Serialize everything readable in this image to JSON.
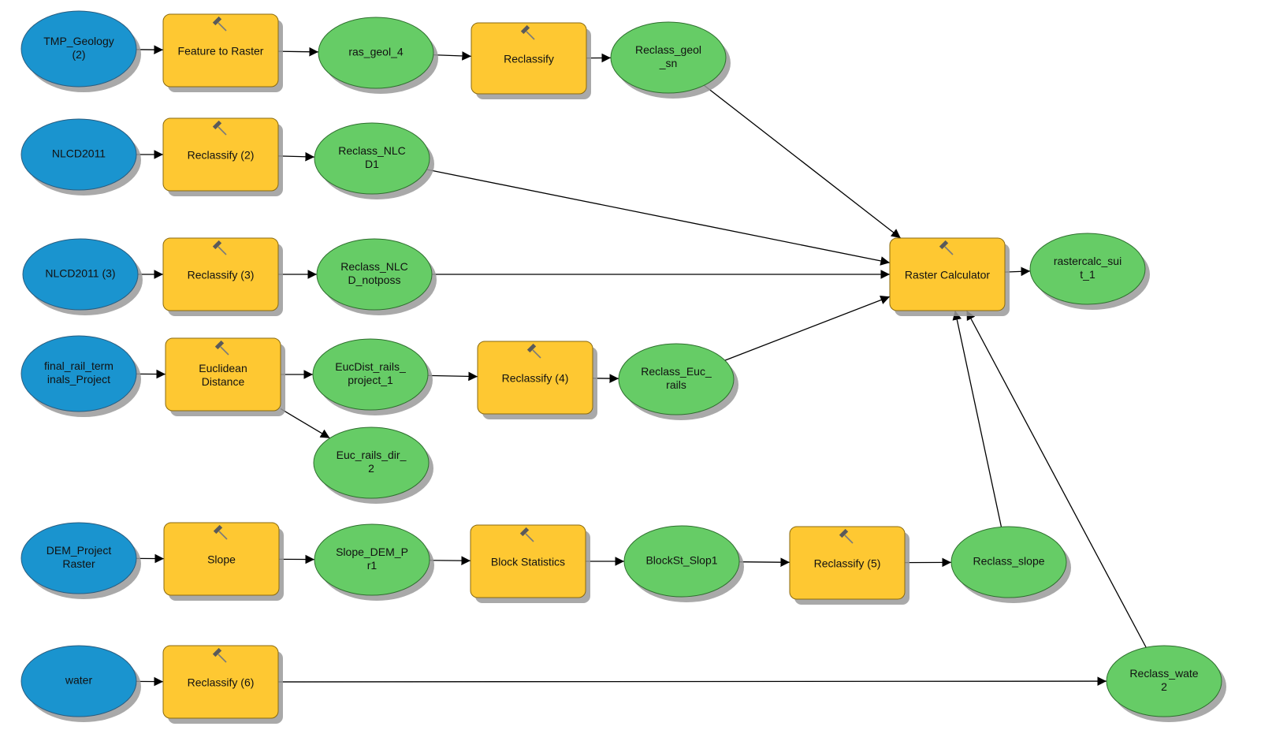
{
  "colors": {
    "input": "#1a94cf",
    "output": "#66cc66",
    "tool": "#fec832",
    "edge": "#000000"
  },
  "nodes": [
    {
      "id": "tmp_geology",
      "kind": "input",
      "lines": [
        "TMP_Geology",
        "(2)"
      ]
    },
    {
      "id": "feature_to_raster",
      "kind": "tool",
      "lines": [
        "Feature to Raster"
      ],
      "icon": "hammer-icon"
    },
    {
      "id": "ras_geol_4",
      "kind": "output",
      "lines": [
        "ras_geol_4"
      ]
    },
    {
      "id": "reclassify",
      "kind": "tool",
      "lines": [
        "Reclassify"
      ],
      "icon": "hammer-icon"
    },
    {
      "id": "reclass_geol_sn",
      "kind": "output",
      "lines": [
        "Reclass_geol",
        "_sn"
      ]
    },
    {
      "id": "nlcd2011",
      "kind": "input",
      "lines": [
        "NLCD2011"
      ]
    },
    {
      "id": "reclassify_2",
      "kind": "tool",
      "lines": [
        "Reclassify (2)"
      ],
      "icon": "hammer-icon"
    },
    {
      "id": "reclass_nlcd1",
      "kind": "output",
      "lines": [
        "Reclass_NLC",
        "D1"
      ]
    },
    {
      "id": "nlcd2011_3",
      "kind": "input",
      "lines": [
        "NLCD2011 (3)"
      ]
    },
    {
      "id": "reclassify_3",
      "kind": "tool",
      "lines": [
        "Reclassify (3)"
      ],
      "icon": "hammer-icon"
    },
    {
      "id": "reclass_nlcd_notposs",
      "kind": "output",
      "lines": [
        "Reclass_NLC",
        "D_notposs"
      ]
    },
    {
      "id": "raster_calculator",
      "kind": "tool",
      "lines": [
        "Raster Calculator"
      ],
      "icon": "hammer-icon"
    },
    {
      "id": "rastercalc_suit_1",
      "kind": "output",
      "lines": [
        "rastercalc_sui",
        "t_1"
      ]
    },
    {
      "id": "final_rail_terminals",
      "kind": "input",
      "lines": [
        "final_rail_term",
        "inals_Project"
      ]
    },
    {
      "id": "euclidean_distance",
      "kind": "tool",
      "lines": [
        "Euclidean",
        "Distance"
      ],
      "icon": "hammer-icon"
    },
    {
      "id": "eucdist_rails_project_1",
      "kind": "output",
      "lines": [
        "EucDist_rails_",
        "project_1"
      ]
    },
    {
      "id": "reclassify_4",
      "kind": "tool",
      "lines": [
        "Reclassify (4)"
      ],
      "icon": "hammer-icon"
    },
    {
      "id": "reclass_euc_rails",
      "kind": "output",
      "lines": [
        "Reclass_Euc_",
        "rails"
      ]
    },
    {
      "id": "euc_rails_dir_2",
      "kind": "output",
      "lines": [
        "Euc_rails_dir_",
        "2"
      ]
    },
    {
      "id": "dem_project_raster",
      "kind": "input",
      "lines": [
        "DEM_Project",
        "Raster"
      ]
    },
    {
      "id": "slope",
      "kind": "tool",
      "lines": [
        "Slope"
      ],
      "icon": "hammer-icon"
    },
    {
      "id": "slope_dem_pr1",
      "kind": "output",
      "lines": [
        "Slope_DEM_P",
        "r1"
      ]
    },
    {
      "id": "block_statistics",
      "kind": "tool",
      "lines": [
        "Block Statistics"
      ],
      "icon": "hammer-icon"
    },
    {
      "id": "blockst_slop1",
      "kind": "output",
      "lines": [
        "BlockSt_Slop1"
      ]
    },
    {
      "id": "reclassify_5",
      "kind": "tool",
      "lines": [
        "Reclassify (5)"
      ],
      "icon": "hammer-icon"
    },
    {
      "id": "reclass_slope",
      "kind": "output",
      "lines": [
        "Reclass_slope"
      ]
    },
    {
      "id": "water",
      "kind": "input",
      "lines": [
        "water"
      ]
    },
    {
      "id": "reclassify_6",
      "kind": "tool",
      "lines": [
        "Reclassify (6)"
      ],
      "icon": "hammer-icon"
    },
    {
      "id": "reclass_wate2",
      "kind": "output",
      "lines": [
        "Reclass_wate",
        "2"
      ]
    }
  ],
  "edges": [
    [
      "tmp_geology",
      "feature_to_raster"
    ],
    [
      "feature_to_raster",
      "ras_geol_4"
    ],
    [
      "ras_geol_4",
      "reclassify"
    ],
    [
      "reclassify",
      "reclass_geol_sn"
    ],
    [
      "reclass_geol_sn",
      "raster_calculator"
    ],
    [
      "nlcd2011",
      "reclassify_2"
    ],
    [
      "reclassify_2",
      "reclass_nlcd1"
    ],
    [
      "reclass_nlcd1",
      "raster_calculator"
    ],
    [
      "nlcd2011_3",
      "reclassify_3"
    ],
    [
      "reclassify_3",
      "reclass_nlcd_notposs"
    ],
    [
      "reclass_nlcd_notposs",
      "raster_calculator"
    ],
    [
      "raster_calculator",
      "rastercalc_suit_1"
    ],
    [
      "final_rail_terminals",
      "euclidean_distance"
    ],
    [
      "euclidean_distance",
      "eucdist_rails_project_1"
    ],
    [
      "euclidean_distance",
      "euc_rails_dir_2"
    ],
    [
      "eucdist_rails_project_1",
      "reclassify_4"
    ],
    [
      "reclassify_4",
      "reclass_euc_rails"
    ],
    [
      "reclass_euc_rails",
      "raster_calculator"
    ],
    [
      "dem_project_raster",
      "slope"
    ],
    [
      "slope",
      "slope_dem_pr1"
    ],
    [
      "slope_dem_pr1",
      "block_statistics"
    ],
    [
      "block_statistics",
      "blockst_slop1"
    ],
    [
      "blockst_slop1",
      "reclassify_5"
    ],
    [
      "reclassify_5",
      "reclass_slope"
    ],
    [
      "reclass_slope",
      "raster_calculator"
    ],
    [
      "water",
      "reclassify_6"
    ],
    [
      "reclassify_6",
      "reclass_wate2"
    ],
    [
      "reclass_wate2",
      "raster_calculator"
    ]
  ]
}
